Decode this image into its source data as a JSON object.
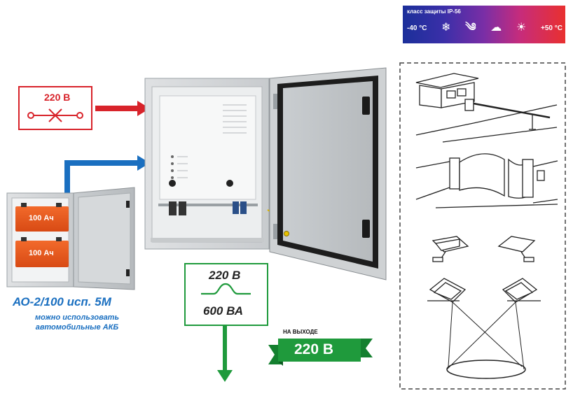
{
  "ip_banner": {
    "title": "класс защиты IP-56",
    "temp_min": "-40 °C",
    "temp_max": "+50 °C",
    "icons": [
      "snowflake-icon",
      "wind-icon",
      "rain-cloud-icon",
      "sun-icon"
    ]
  },
  "input": {
    "voltage": "220 В"
  },
  "battery_box": {
    "battery_top": "100 Ач",
    "battery_bottom": "100 Ач",
    "model": "АО-2/100 исп. 5М",
    "note_line1": "можно использовать",
    "note_line2": "автомобильные АКБ"
  },
  "output_box": {
    "voltage": "220 В",
    "power": "600 ВА"
  },
  "output_badge": {
    "caption": "НА ВЫХОДЕ",
    "voltage": "220 В"
  },
  "colors": {
    "input_red": "#d8232a",
    "output_green": "#1f9a3c",
    "accent_blue": "#1a6fc0"
  }
}
